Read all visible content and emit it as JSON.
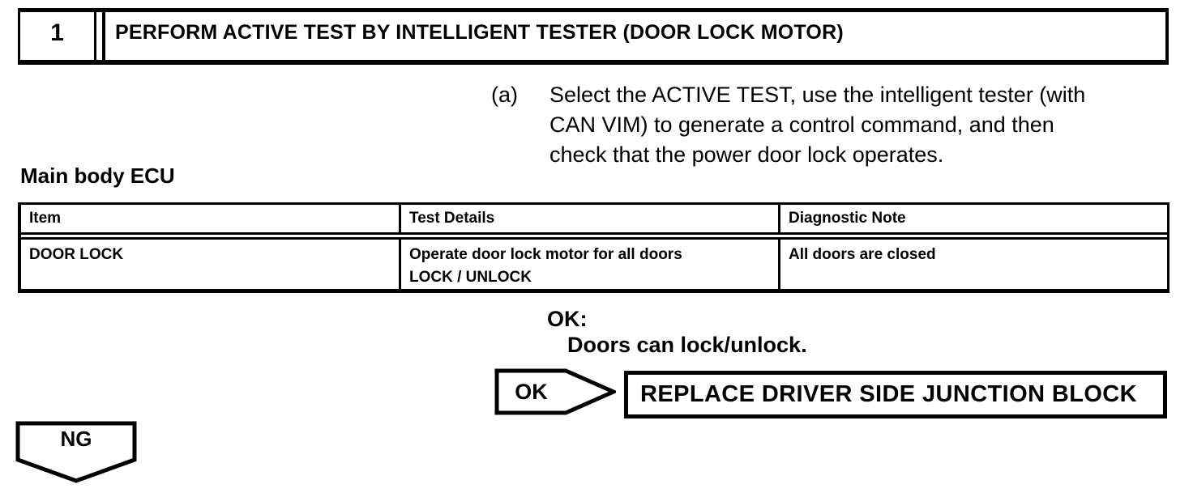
{
  "page": {
    "background": "#ffffff",
    "text_color": "#000000"
  },
  "step_header": {
    "number": "1",
    "title": "PERFORM ACTIVE TEST BY INTELLIGENT TESTER (DOOR LOCK MOTOR)"
  },
  "instruction": {
    "label": "(a)",
    "lines": [
      "Select the ACTIVE TEST, use the intelligent tester (with",
      "CAN VIM) to generate a control command, and then",
      "check that the power door lock operates."
    ]
  },
  "section_heading": "Main body ECU",
  "table": {
    "columns": [
      "Item",
      "Test Details",
      "Diagnostic Note"
    ],
    "rows": [
      {
        "item": "DOOR LOCK",
        "test_details": [
          "Operate door lock motor for all doors",
          "LOCK / UNLOCK"
        ],
        "diagnostic_note": "All doors are closed"
      }
    ]
  },
  "ok_note": {
    "label": "OK:",
    "text": "Doors can lock/unlock."
  },
  "flow": {
    "ok_label": "OK",
    "ok_action": "REPLACE DRIVER SIDE JUNCTION BLOCK",
    "ng_label": "NG"
  }
}
